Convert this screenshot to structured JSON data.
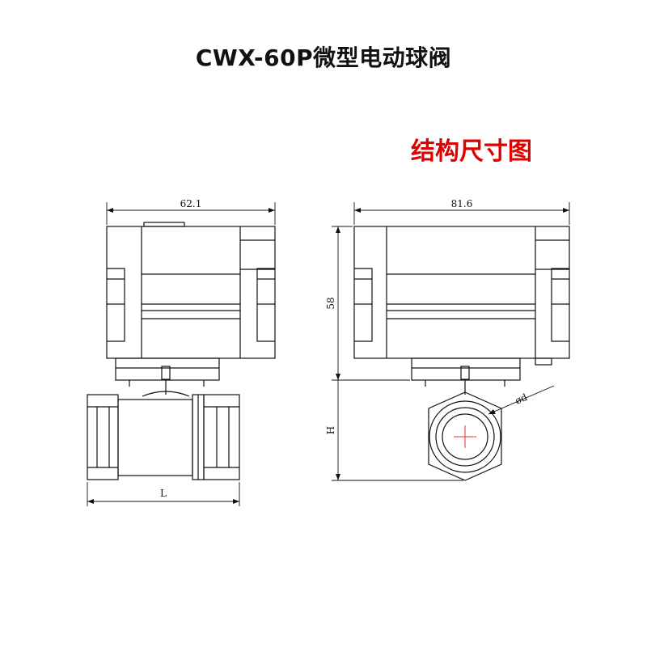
{
  "title": "CWX-60P微型电动球阀",
  "subtitle": "结构尺寸图",
  "dimensions": {
    "front_width": "62.1",
    "side_width": "81.6",
    "actuator_height": "58",
    "total_height": "H",
    "length": "L",
    "diameter": "ød"
  },
  "colors": {
    "title": "#111111",
    "subtitle": "#e00000",
    "line": "#111111"
  }
}
